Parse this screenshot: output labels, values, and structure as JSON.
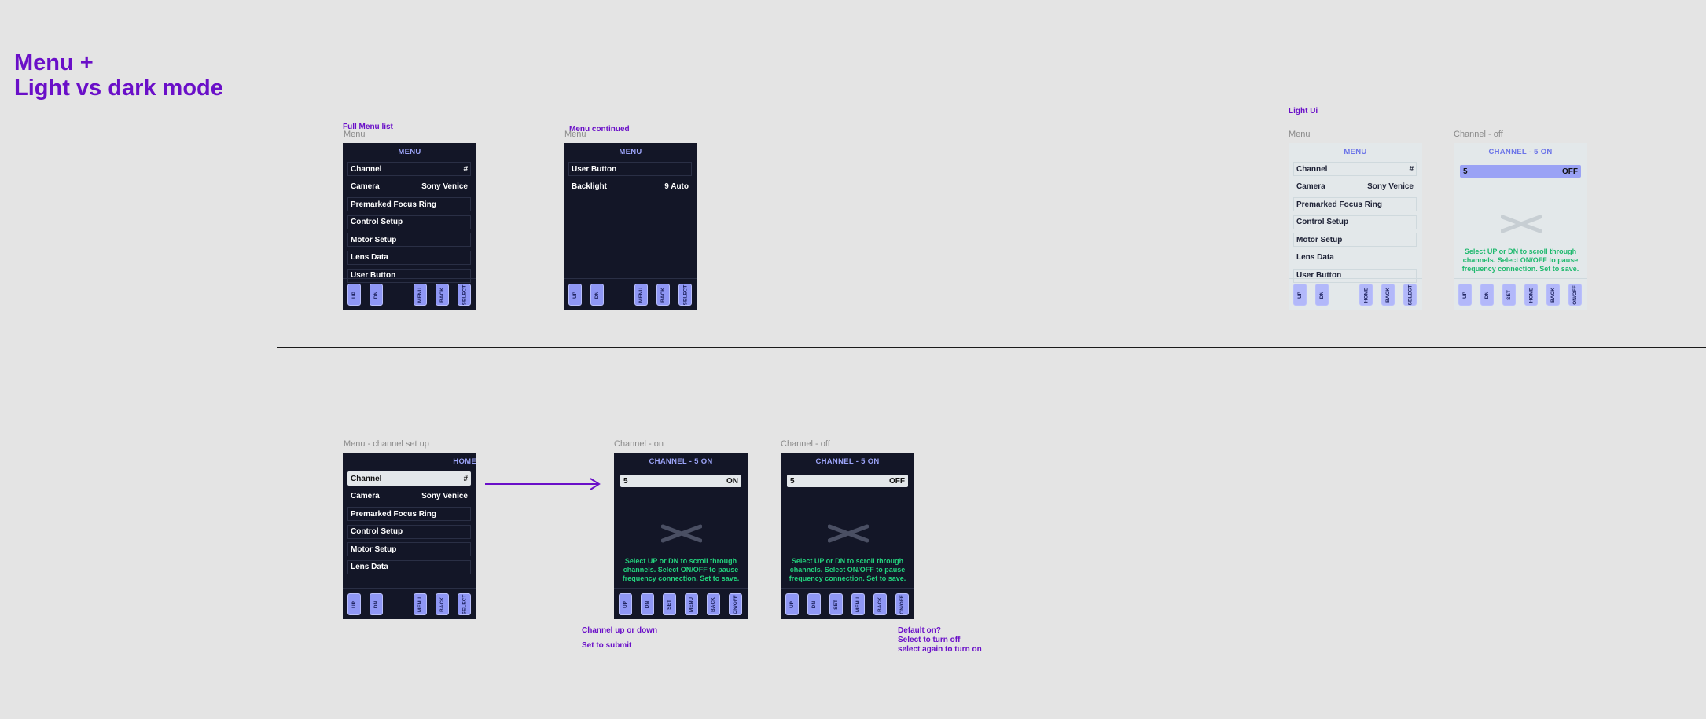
{
  "page": {
    "heading_line1": "Menu +",
    "heading_line2": "Light vs dark mode"
  },
  "notes": {
    "full_menu_list": "Full Menu list",
    "menu_continued": "Menu continued",
    "light_ui": "Light Ui",
    "channel_up_down": "Channel up or down",
    "set_to_submit": "Set to submit",
    "default_on_1": "Default on?",
    "default_on_2": "Select to turn off",
    "default_on_3": "select again to turn on"
  },
  "frame_labels": {
    "menu": "Menu",
    "menu_channel_setup": "Menu - channel set up",
    "channel_on": "Channel - on",
    "channel_off": "Channel - off"
  },
  "menu_screen": {
    "header": "MENU",
    "home_header": "HOME",
    "rows": [
      {
        "label": "Channel",
        "value": "#"
      },
      {
        "label": "Camera",
        "value": "Sony Venice"
      },
      {
        "label": "Premarked Focus Ring",
        "value": ""
      },
      {
        "label": "Control Setup",
        "value": ""
      },
      {
        "label": "Motor Setup",
        "value": ""
      },
      {
        "label": "Lens Data",
        "value": ""
      },
      {
        "label": "User Button",
        "value": ""
      }
    ],
    "continued_rows": [
      {
        "label": "User Button",
        "value": ""
      },
      {
        "label": "Backlight",
        "value": "9 Auto"
      }
    ]
  },
  "channel_screen": {
    "header": "CHANNEL - 5 ON",
    "channel_number": "5",
    "state_on": "ON",
    "state_off": "OFF",
    "help_text": "Select UP or DN to scroll through channels. Select ON/OFF to pause frequency connection. Set to save."
  },
  "buttons": {
    "up": "UP",
    "dn": "DN",
    "menu": "MENU",
    "back": "BACK",
    "select": "SELECT",
    "home": "HOME",
    "set": "SET",
    "onoff": "ON/OFF"
  },
  "colors": {
    "accent_purple": "#6a0fc8",
    "dark_frame": "#131627",
    "light_frame": "#e3e8ea",
    "button_blue": "#8f97f5",
    "help_green": "#23d27d"
  }
}
